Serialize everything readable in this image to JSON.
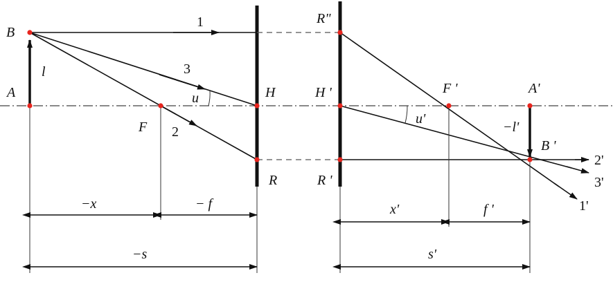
{
  "labels": {
    "B": "B",
    "A": "A",
    "l": "l",
    "F": "F",
    "u": "u",
    "H": "H",
    "R": "R",
    "R2": "R\"",
    "H1": "H '",
    "R1": "R '",
    "F1": "F '",
    "A1": "A'",
    "u1": "u'",
    "l1": "−l'",
    "B1": "B '"
  },
  "ray_numbers": {
    "r1": "1",
    "r2": "2",
    "r3": "3",
    "r1p": "1'",
    "r2p": "2'",
    "r3p": "3'"
  },
  "dimensions": {
    "minus_x": "−x",
    "minus_f": "− f",
    "minus_s": "−s",
    "x_prime": "x'",
    "f_prime": "f '",
    "s_prime": "s'"
  }
}
